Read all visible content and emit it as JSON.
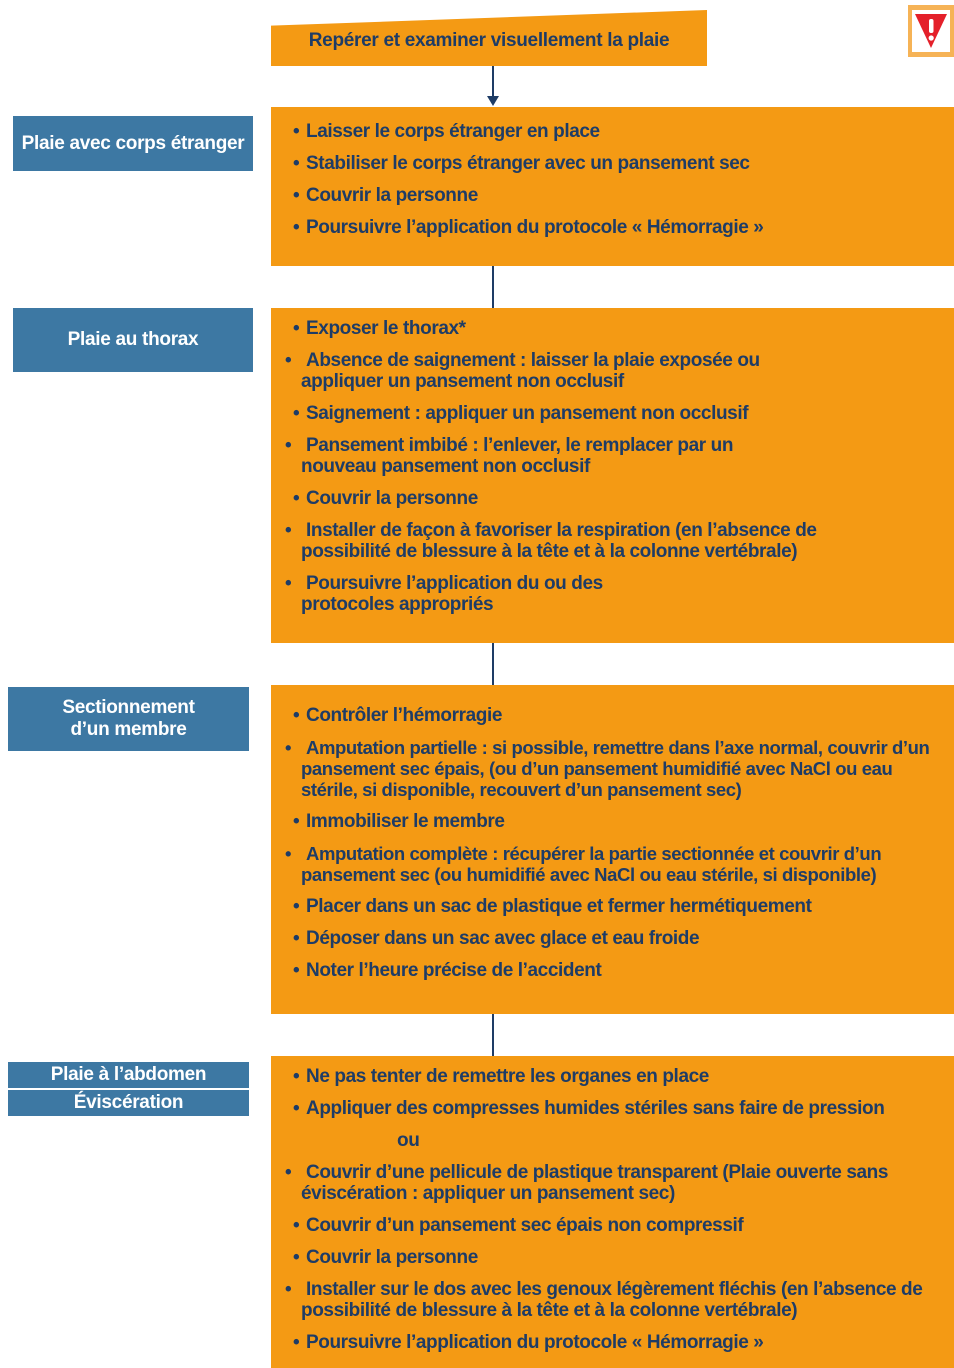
{
  "title": "Repérer et examiner visuellement la plaie",
  "warning_icon": "warning-triangle-icon",
  "colors": {
    "orange": "#f49a14",
    "blue": "#3d78a3",
    "navy": "#1e3c66",
    "red": "#e4202a"
  },
  "sections": [
    {
      "label": "Plaie avec corps étranger",
      "items": [
        "Laisser le corps étranger en place",
        "Stabiliser le corps étranger avec un pansement sec",
        "Couvrir la personne",
        "Poursuivre l’application du protocole « Hémorragie »"
      ]
    },
    {
      "label": "Plaie au thorax",
      "items": [
        "Exposer le thorax*",
        "Absence de saignement : laisser la plaie exposée ou appliquer un pansement non occlusif",
        "Saignement : appliquer un pansement non occlusif",
        "Pansement imbibé : l’enlever, le remplacer par un nouveau pansement non occlusif",
        "Couvrir la personne",
        "Installer de façon à favoriser la respiration (en l’absence de possibilité de blessure à la tête et à la colonne vertébrale)",
        "Poursuivre l’application du ou des protocoles appropriés"
      ]
    },
    {
      "label": "Sectionnement d’un membre",
      "items": [
        "Contrôler l’hémorragie",
        "Amputation partielle : si possible, remettre dans l’axe normal, couvrir d’un pansement sec épais, (ou d’un pansement humidifié avec NaCl ou eau stérile, si disponible, recouvert d’un pansement sec)",
        "Immobiliser le membre",
        "Amputation complète : récupérer la partie sectionnée et couvrir d’un pansement sec (ou humidifié avec NaCl ou eau stérile, si disponible)",
        "Placer dans un sac de plastique et fermer hermétiquement",
        "Déposer dans un sac avec glace et eau froide",
        "Noter l’heure précise de l’accident"
      ]
    },
    {
      "label_top": "Plaie à l’abdomen",
      "label_bottom": "Éviscération",
      "items": [
        "Ne pas tenter de remettre les organes en place",
        "Appliquer des compresses humides stériles sans faire de pression",
        "ou",
        "Couvrir d’une pellicule de plastique transparent (Plaie ouverte sans éviscération : appliquer un pansement sec)",
        "Couvrir d’un pansement sec épais non compressif",
        "Couvrir la personne",
        "Installer sur le dos avec les genoux légèrement fléchis (en l’absence de possibilité de blessure à la tête et à la colonne vertébrale)",
        "Poursuivre l’application du protocole « Hémorragie »"
      ]
    }
  ]
}
